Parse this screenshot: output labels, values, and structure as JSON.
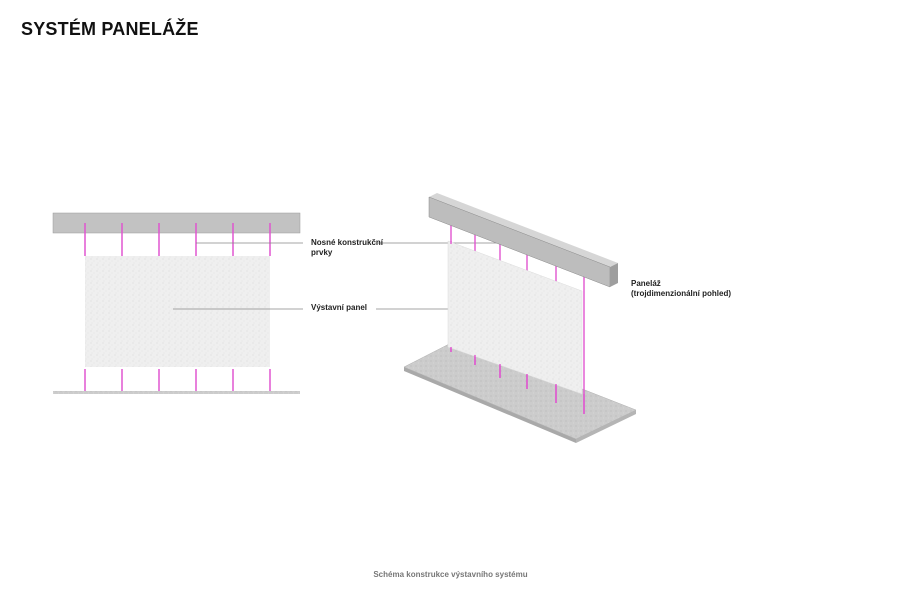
{
  "title": "SYSTÉM PANELÁŽE",
  "labels": {
    "nosne_line1": "Nosné konstrukční",
    "nosne_line2": "prvky",
    "vystavni_panel": "Výstavní panel",
    "panelaz_line1": "Paneláž",
    "panelaz_line2": "(trojdimenzionální pohled)"
  },
  "caption": "Schéma konstrukce výstavního systému",
  "colors": {
    "beam": "#c2c2c2",
    "beam_edge": "#8a8a8a",
    "rod": "#e055d0",
    "panel": "#eeeeee",
    "floor": "#cfcfcf",
    "leader": "#888888"
  }
}
